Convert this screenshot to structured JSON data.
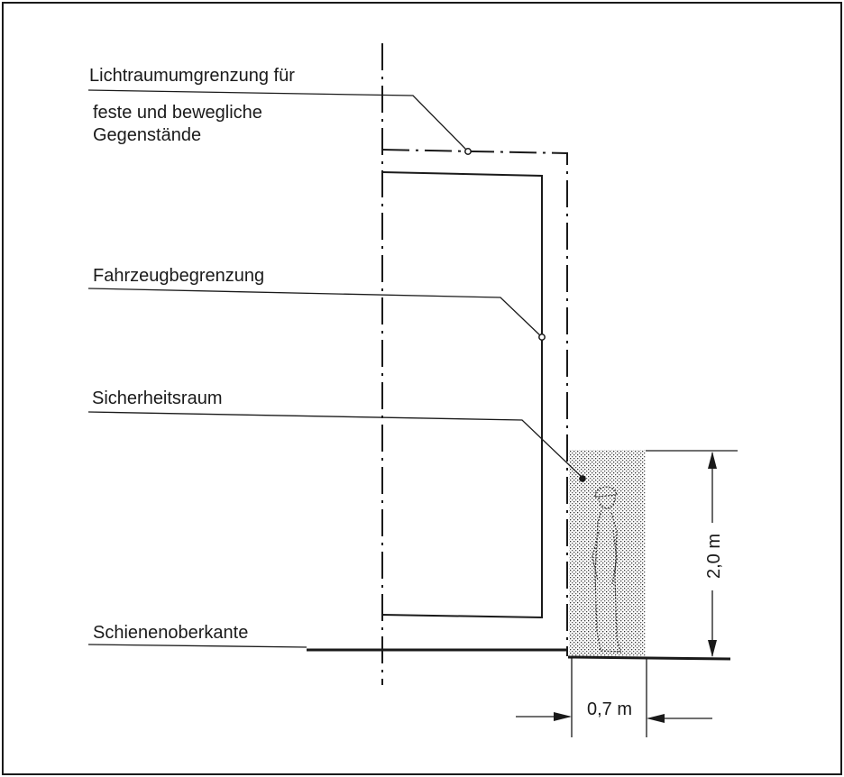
{
  "labels": {
    "clearance_line1": "Lichtraumumgrenzung für",
    "clearance_line2": "feste und bewegliche",
    "clearance_line3": "Gegenstände",
    "vehicle_limit": "Fahrzeugbegrenzung",
    "safety_space": "Sicherheitsraum",
    "rail_top": "Schienenoberkante"
  },
  "dimensions": {
    "height": "2,0 m",
    "width": "0,7 m"
  }
}
